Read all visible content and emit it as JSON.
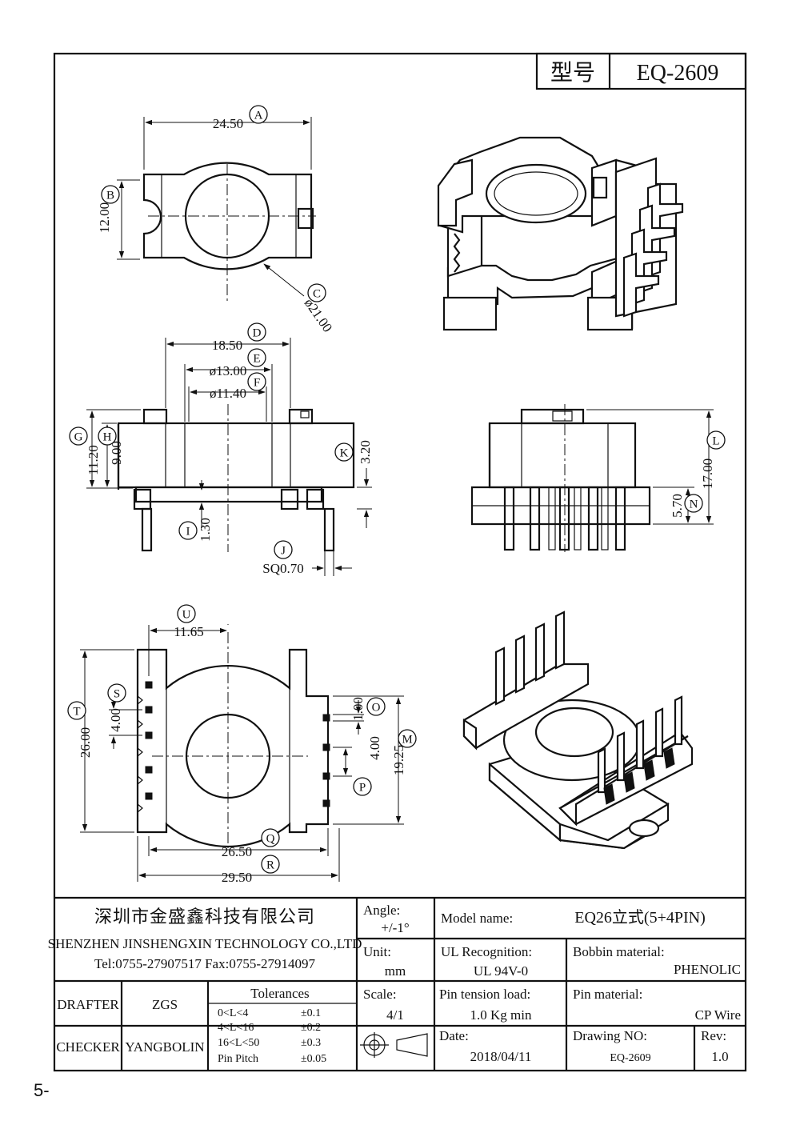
{
  "title_block_top": {
    "model_label": "型号",
    "model_value": "EQ-2609"
  },
  "dimensions": {
    "A": "24.50",
    "B": "12.00",
    "C": "ø21.00",
    "D": "18.50",
    "E": "ø13.00",
    "F": "ø11.40",
    "G": "11.20",
    "H": "9.00",
    "I": "1.30",
    "J": "SQ0.70",
    "K": "3.20",
    "L": "17.00",
    "M": "19.25",
    "N": "5.70",
    "O": "1.00",
    "P": "4.00",
    "Q": "26.50",
    "R": "29.50",
    "S": "4.00",
    "T": "26.00",
    "U": "11.65"
  },
  "labels": [
    "A",
    "B",
    "C",
    "D",
    "E",
    "F",
    "G",
    "H",
    "I",
    "J",
    "K",
    "L",
    "M",
    "N",
    "O",
    "P",
    "Q",
    "R",
    "S",
    "T",
    "U"
  ],
  "company": {
    "name_cn": "深圳市金盛鑫科技有限公司",
    "name_en": "SHENZHEN JINSHENGXIN TECHNOLOGY CO.,LTD",
    "contact": "Tel:0755-27907517   Fax:0755-27914097"
  },
  "title_block": {
    "angle_label": "Angle:",
    "angle_value": "+/-1°",
    "model_name_label": "Model name:",
    "model_name_value": "EQ26立式(5+4PIN)",
    "unit_label": "Unit:",
    "unit_value": "mm",
    "ul_label": "UL Recognition:",
    "ul_value": "UL 94V-0",
    "bobbin_label": "Bobbin material:",
    "bobbin_value": "PHENOLIC",
    "scale_label": "Scale:",
    "scale_value": "4/1",
    "pin_tension_label": "Pin tension load:",
    "pin_tension_value": "1.0 Kg min",
    "pin_material_label": "Pin material:",
    "pin_material_value": "CP Wire",
    "date_label": "Date:",
    "date_value": "2018/04/11",
    "drawing_no_label": "Drawing NO:",
    "drawing_no_value": "EQ-2609",
    "rev_label": "Rev:",
    "rev_value": "1.0",
    "drafter_label": "DRAFTER",
    "drafter_value": "ZGS",
    "checker_label": "CHECKER",
    "checker_value": "YANGBOLIN",
    "tolerances_label": "Tolerances",
    "tolerances": [
      {
        "range": "0<L<4",
        "value": "±0.1"
      },
      {
        "range": "4<L<16",
        "value": "±0.2"
      },
      {
        "range": "16<L<50",
        "value": "±0.3"
      },
      {
        "range": "Pin Pitch",
        "value": "±0.05"
      }
    ]
  },
  "page_number": "5-"
}
